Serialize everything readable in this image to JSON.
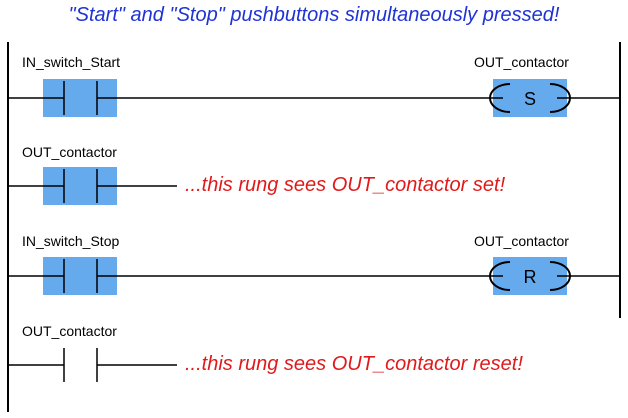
{
  "title": "\"Start\" and \"Stop\" pushbuttons simultaneously pressed!",
  "colors": {
    "highlight": "#66aaee",
    "title": "#1f33d6",
    "note": "#e01a1a",
    "line": "#000000"
  },
  "rungs": [
    {
      "contact_label": "IN_switch_Start",
      "contact_highlighted": true,
      "coil_label": "OUT_contactor",
      "coil_letter": "S",
      "coil_highlighted": true
    },
    {
      "contact_label": "OUT_contactor",
      "contact_highlighted": true,
      "note": "...this rung sees OUT_contactor set!"
    },
    {
      "contact_label": "IN_switch_Stop",
      "contact_highlighted": true,
      "coil_label": "OUT_contactor",
      "coil_letter": "R",
      "coil_highlighted": true
    },
    {
      "contact_label": "OUT_contactor",
      "contact_highlighted": false,
      "note": "...this rung sees OUT_contactor reset!"
    }
  ]
}
